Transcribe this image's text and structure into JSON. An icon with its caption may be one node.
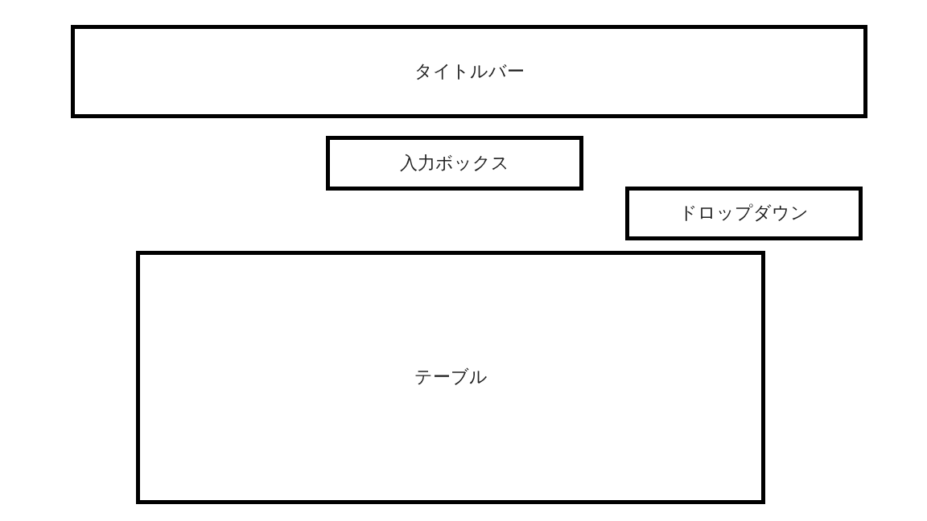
{
  "diagram": {
    "nodes": [
      {
        "text": [
          "タイトルバー"
        ]
      },
      {
        "text": [
          "入力ボックス"
        ]
      },
      {
        "text": [
          "ドロップダウン"
        ]
      },
      {
        "text": [
          "テーブル"
        ]
      }
    ]
  }
}
